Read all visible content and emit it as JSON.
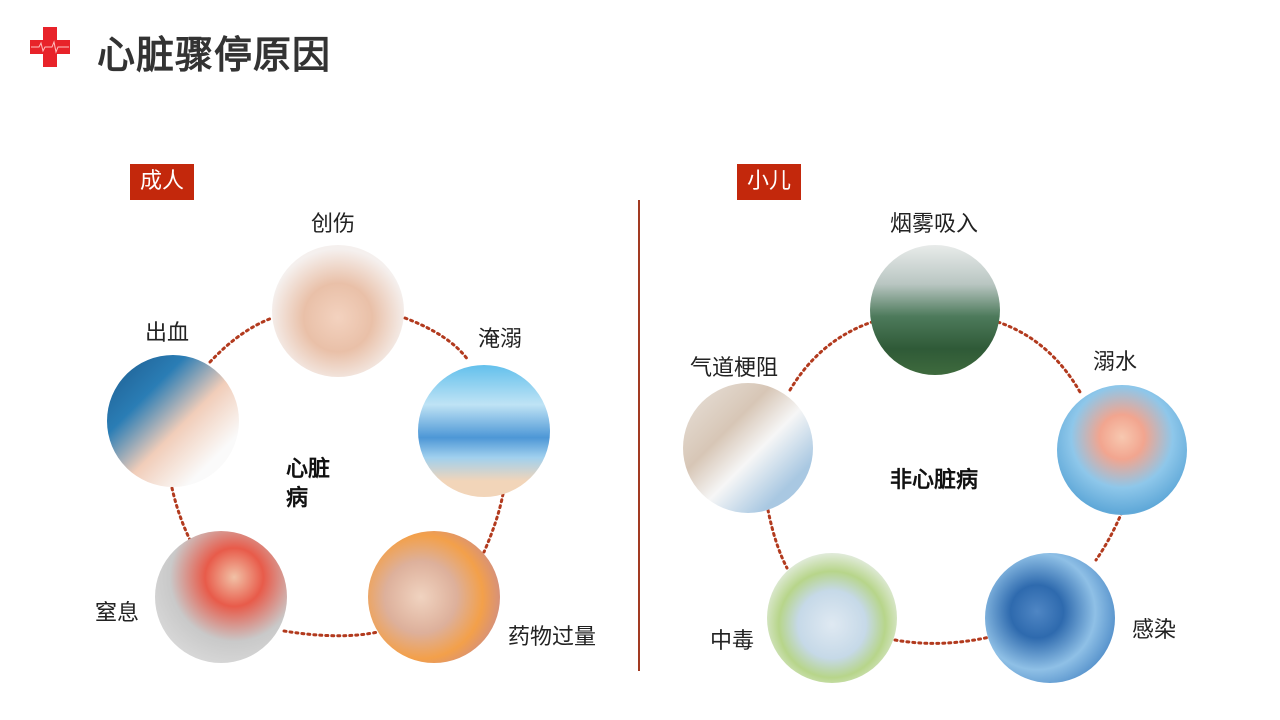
{
  "header": {
    "title": "心脏骤停原因",
    "icon": "medical-cross-ecg-icon",
    "accent": "#e8232a"
  },
  "adult": {
    "tag": "成人",
    "center": "心脏病",
    "items": [
      {
        "label": "创伤",
        "image": "knee-bandage-photo"
      },
      {
        "label": "淹溺",
        "image": "drowning-cartoon"
      },
      {
        "label": "药物过量",
        "image": "pills-in-hand-photo"
      },
      {
        "label": "窒息",
        "image": "throat-pain-photo"
      },
      {
        "label": "出血",
        "image": "bleeding-knee-photo"
      }
    ]
  },
  "child": {
    "tag": "小儿",
    "center": "非心脏病",
    "items": [
      {
        "label": "烟雾吸入",
        "image": "misty-forest-photo"
      },
      {
        "label": "溺水",
        "image": "drowning-child-cartoon"
      },
      {
        "label": "感染",
        "image": "virus-illustration"
      },
      {
        "label": "中毒",
        "image": "hospital-stretcher-photo"
      },
      {
        "label": "气道梗阻",
        "image": "doctors-patient-photo"
      }
    ]
  },
  "colors": {
    "tag_bg": "#c3280c",
    "divider": "#a23a22",
    "dots": "#b23a1e"
  }
}
